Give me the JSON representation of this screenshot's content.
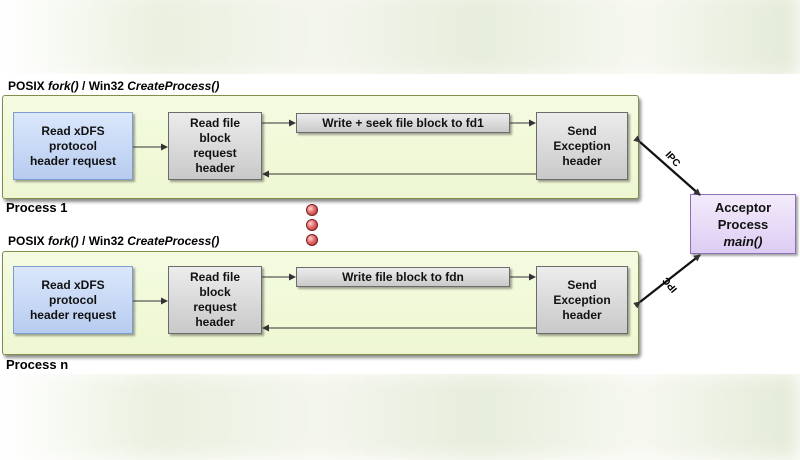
{
  "process_1": {
    "caption_prefix": "POSIX ",
    "caption_fork": "fork()",
    "caption_mid": "  / Win32 ",
    "caption_create": "CreateProcess()",
    "label": "Process 1",
    "read_request": "Read xDFS\nprotocol\nheader request",
    "read_block": "Read file\nblock\nrequest\nheader",
    "write_block": "Write  + seek file block to fd1",
    "send_exception": "Send\nException\nheader"
  },
  "process_n": {
    "caption_prefix": "POSIX ",
    "caption_fork": "fork()",
    "caption_mid": "  / Win32 ",
    "caption_create": "CreateProcess()",
    "label": "Process n",
    "read_request": "Read xDFS\nprotocol\nheader request",
    "read_block": "Read file\nblock\nrequest\nheader",
    "write_block": "Write file block to fdn",
    "send_exception": "Send\nException\nheader"
  },
  "acceptor": {
    "title": "Acceptor\nProcess",
    "subtitle": "main()"
  },
  "ipc_top": "IPC",
  "ipc_bottom": "IPC",
  "colors": {
    "panel_fill": "#eef7d2",
    "blue_box": "#b7ccf0",
    "gray_box": "#c9c9c9",
    "purple_box": "#ddccf3",
    "ellipsis_dot": "#e36b6b"
  }
}
